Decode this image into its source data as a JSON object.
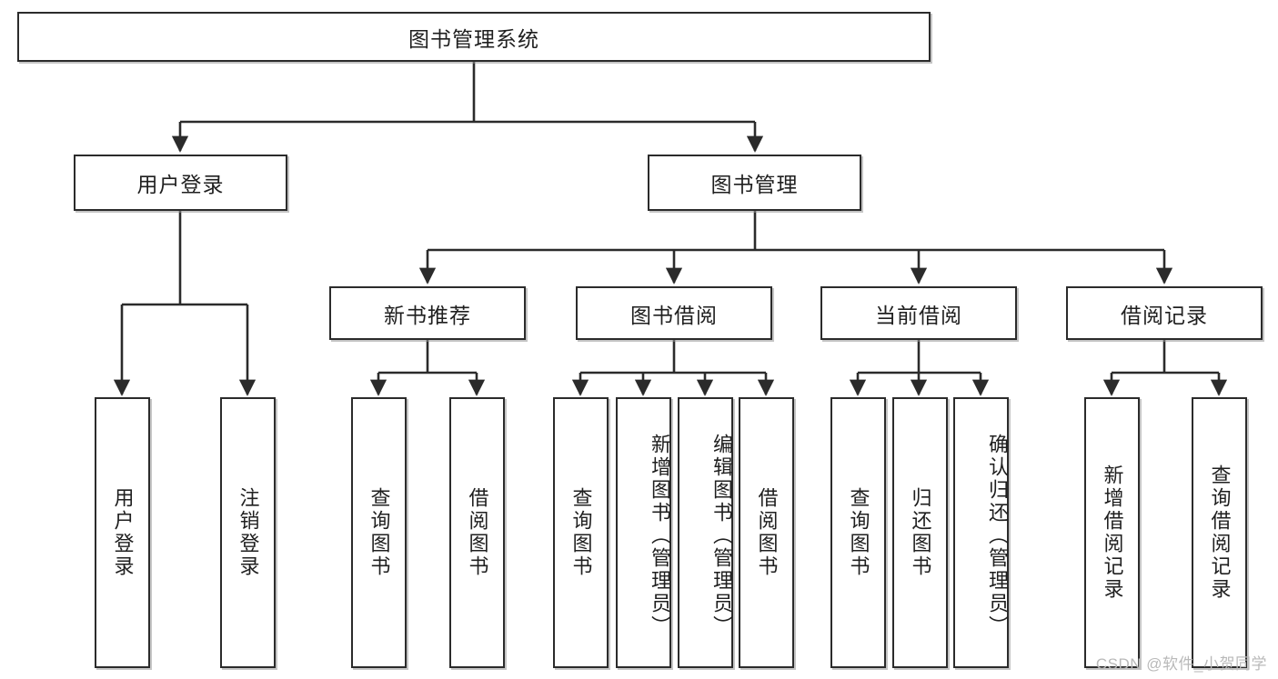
{
  "diagram": {
    "type": "tree",
    "title": "图书管理系统",
    "watermark": "CSDN @软件_小贺同学",
    "colors": {
      "box_border": "#2b2b2b",
      "box_fill": "#ffffff",
      "connector": "#2b2b2b",
      "text": "#1f1f1f",
      "watermark": "#b9b9b9"
    },
    "root": {
      "label": "图书管理系统"
    },
    "level1": [
      {
        "label": "用户登录"
      },
      {
        "label": "图书管理"
      }
    ],
    "level2": [
      {
        "label": "新书推荐"
      },
      {
        "label": "图书借阅"
      },
      {
        "label": "当前借阅"
      },
      {
        "label": "借阅记录"
      }
    ],
    "leaves": {
      "user_login": [
        {
          "label": "用户登录"
        },
        {
          "label": "注销登录"
        }
      ],
      "new_book_recommend": [
        {
          "label": "查询图书"
        },
        {
          "label": "借阅图书"
        }
      ],
      "book_borrow": [
        {
          "label": "查询图书"
        },
        {
          "label": "新增图书（管理员）"
        },
        {
          "label": "编辑图书（管理员）"
        },
        {
          "label": "借阅图书"
        }
      ],
      "current_borrow": [
        {
          "label": "查询图书"
        },
        {
          "label": "归还图书"
        },
        {
          "label": "确认归还（管理员）"
        }
      ],
      "borrow_record": [
        {
          "label": "新增借阅记录"
        },
        {
          "label": "查询借阅记录"
        }
      ]
    }
  }
}
